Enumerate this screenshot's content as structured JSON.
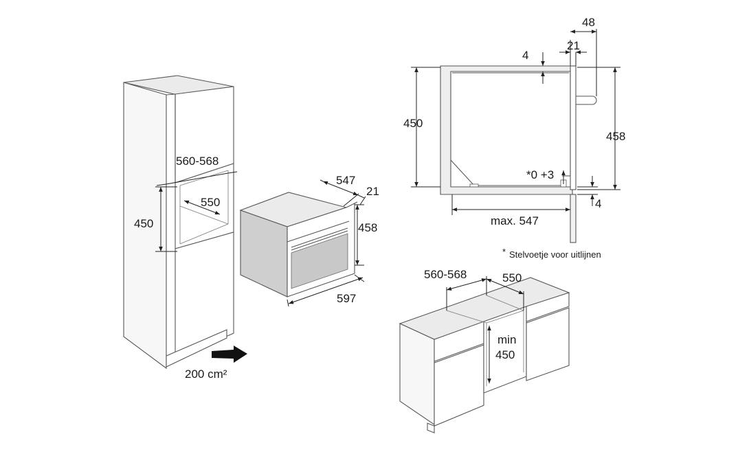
{
  "tall_cabinet": {
    "niche_width": "560-568",
    "niche_depth": "550",
    "niche_height": "450",
    "ventilation": "200 cm²"
  },
  "oven": {
    "depth": "547",
    "front_offset": "21",
    "height": "458",
    "width": "597"
  },
  "side_section": {
    "top_gap": "4",
    "front_21": "21",
    "front_48": "48",
    "inner_height": "450",
    "outer_height": "458",
    "feet_adjust": "*0 +3",
    "bottom_gap": "4",
    "max_depth": "max. 547"
  },
  "footnote": {
    "marker": "*",
    "text": "Stelvoetje voor uitlijnen"
  },
  "base_cabinet": {
    "niche_width": "560-568",
    "niche_depth": "550",
    "min_label": "min",
    "min_height": "450"
  }
}
